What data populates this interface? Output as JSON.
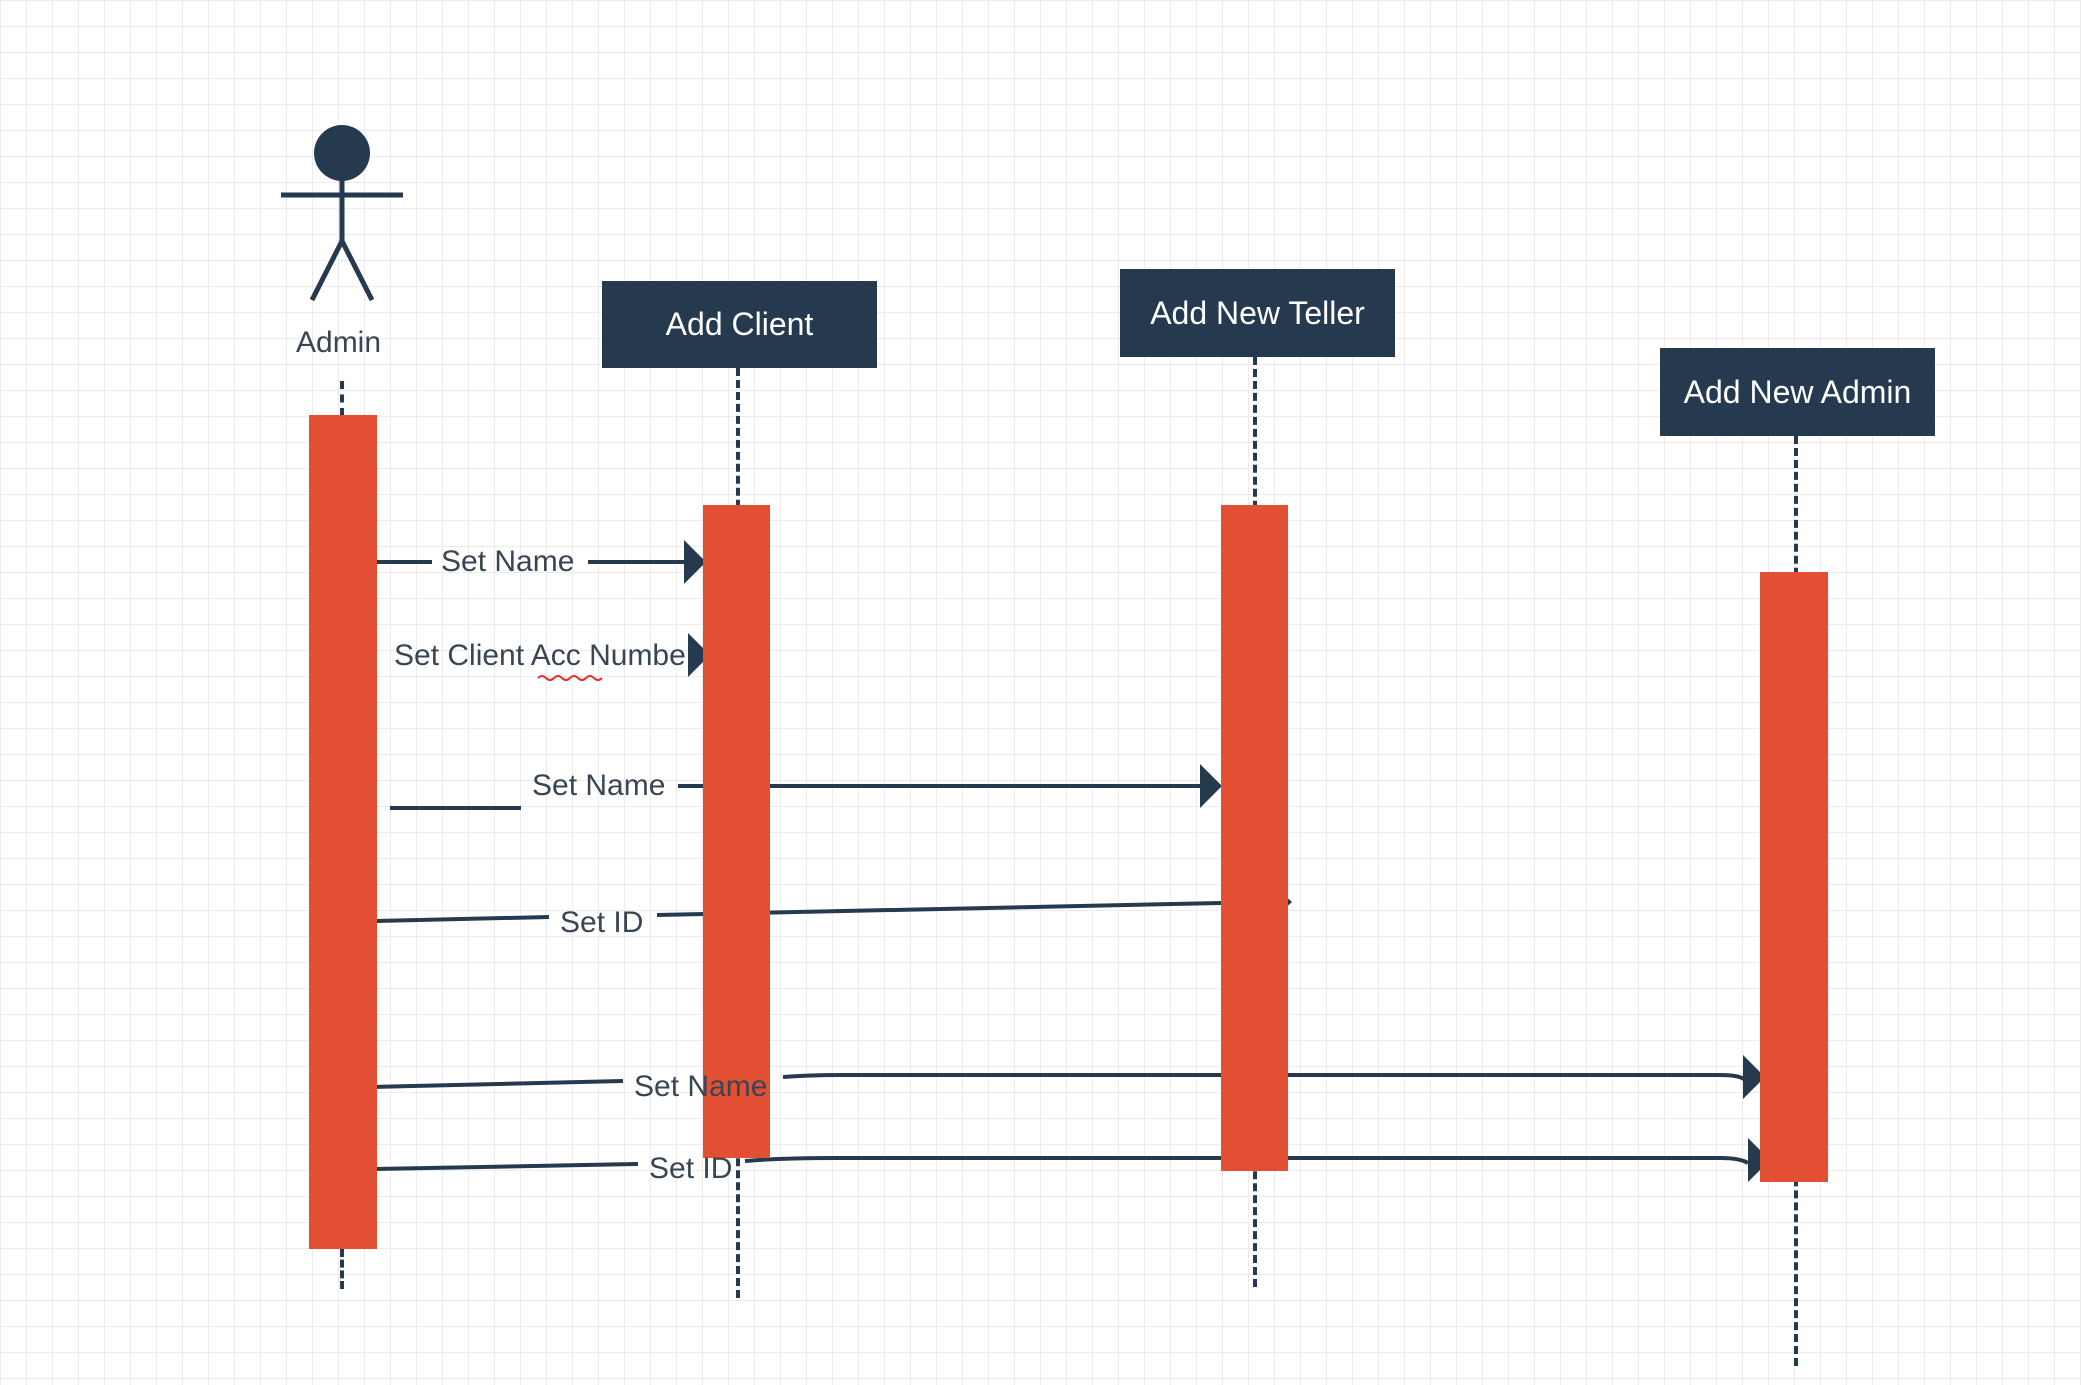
{
  "diagram": {
    "type": "uml-sequence-diagram",
    "colors": {
      "header": "#263a4f",
      "activation": "#e34f33",
      "line": "#263a4f",
      "text": "#3a4553",
      "grid": "#ececec",
      "spellcheck_underline": "#e03030"
    },
    "actor": {
      "name": "Admin",
      "icon": "stick-figure-icon"
    },
    "participants": [
      {
        "id": "add_client",
        "label": "Add Client"
      },
      {
        "id": "add_new_teller",
        "label": "Add New Teller"
      },
      {
        "id": "add_new_admin",
        "label": "Add New Admin"
      }
    ],
    "messages": [
      {
        "from": "Admin",
        "to": "Add Client",
        "label": "Set Name"
      },
      {
        "from": "Admin",
        "to": "Add Client",
        "label": "Set Client Acc Numbe"
      },
      {
        "from": "Admin",
        "to": "Add New Teller",
        "label": "Set Name"
      },
      {
        "from": "Admin",
        "to": "Add New Teller",
        "label": "Set ID"
      },
      {
        "from": "Admin",
        "to": "Add New Admin",
        "label": "Set Name"
      },
      {
        "from": "Admin",
        "to": "Add New Admin",
        "label": "Set ID"
      }
    ]
  }
}
